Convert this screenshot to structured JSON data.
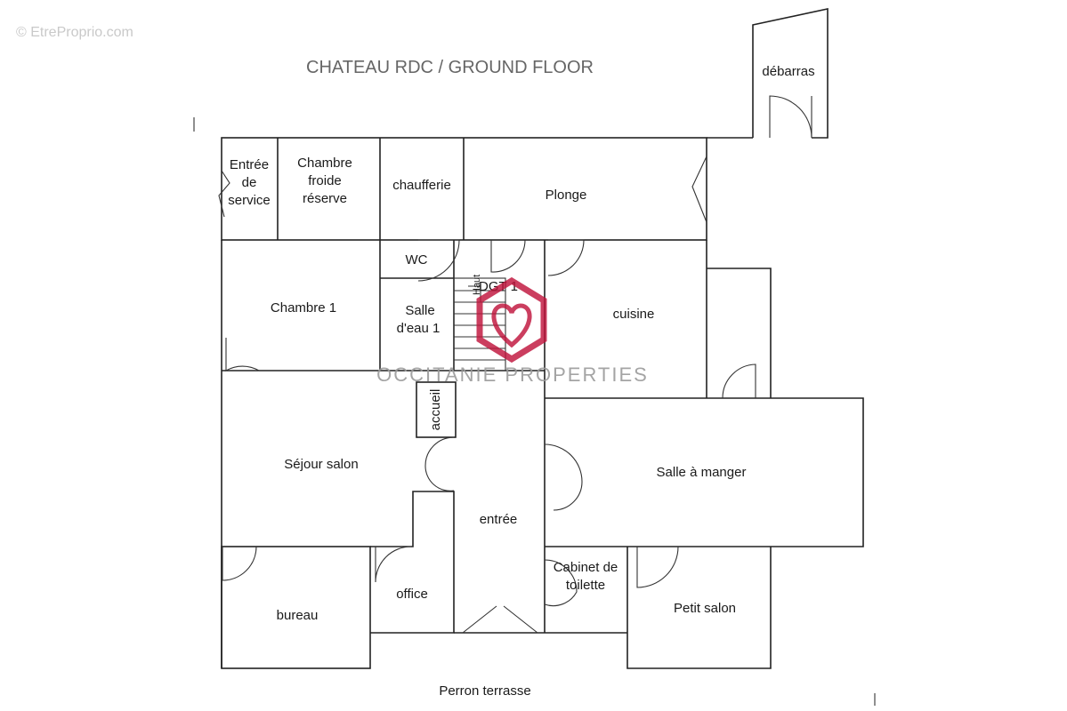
{
  "watermark_site": "© EtreProprio.com",
  "title": "CHATEAU RDC / GROUND FLOOR",
  "brand": "OCCITANIE PROPERTIES",
  "rooms": {
    "debarras": "débarras",
    "entree_service": [
      "Entrée",
      "de",
      "service"
    ],
    "chambre_froide": [
      "Chambre",
      "froide",
      "réserve"
    ],
    "chaufferie": "chaufferie",
    "plonge": "Plonge",
    "wc": "WC",
    "dgt": "DGT 1",
    "haut": "Haut",
    "chambre1": "Chambre 1",
    "salle_eau": [
      "Salle",
      "d'eau 1"
    ],
    "cuisine": "cuisine",
    "accueil": "accueil",
    "sejour": "Séjour salon",
    "salle_manger": "Salle à manger",
    "entree": "entrée",
    "cabinet": [
      "Cabinet de",
      "toilette"
    ],
    "office": "office",
    "bureau": "bureau",
    "petit_salon": "Petit salon",
    "perron": "Perron terrasse"
  },
  "colors": {
    "logo": "#c0143c",
    "walls": "#222222"
  }
}
